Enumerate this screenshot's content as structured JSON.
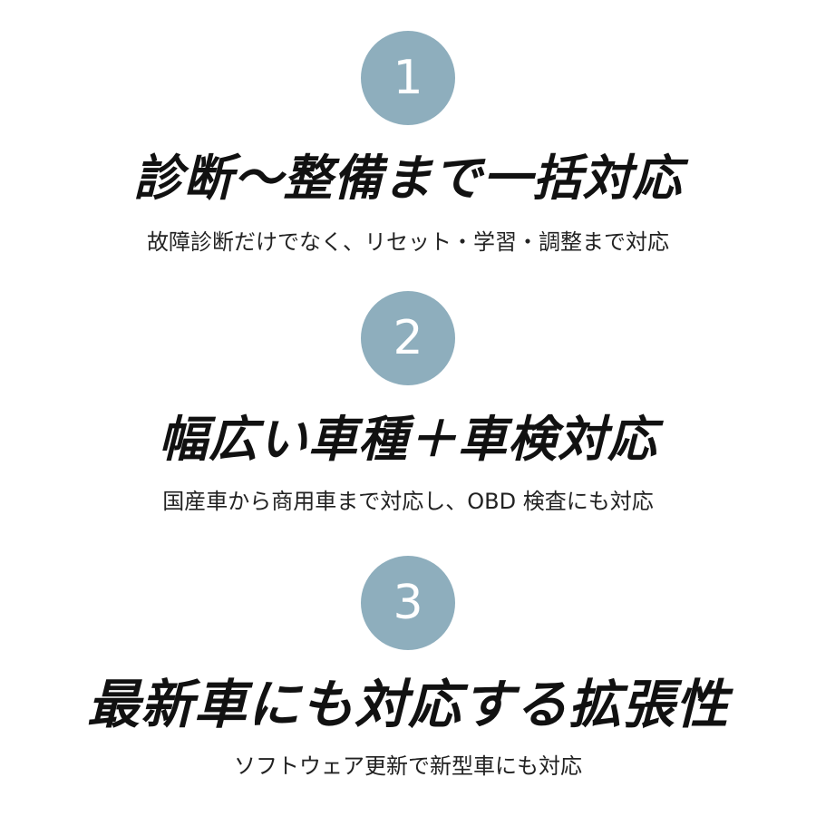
{
  "colors": {
    "badge_background": "#8eaebd",
    "badge_text": "#ffffff",
    "headline_text": "#111111",
    "subline_text": "#222222",
    "background": "#ffffff"
  },
  "features": [
    {
      "number": "1",
      "headline": "診断～整備まで一括対応",
      "subline": "故障診断だけでなく、リセット・学習・調整まで対応"
    },
    {
      "number": "2",
      "headline": "幅広い車種＋車検対応",
      "subline": "国産車から商用車まで対応し、OBD 検査にも対応"
    },
    {
      "number": "3",
      "headline": "最新車にも対応する拡張性",
      "subline": "ソフトウェア更新で新型車にも対応"
    }
  ]
}
